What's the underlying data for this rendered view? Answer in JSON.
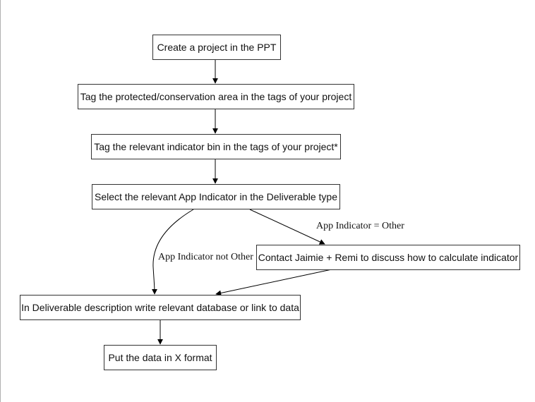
{
  "colors": {
    "node_border": "#333333",
    "edge": "#000000",
    "background": "#ffffff"
  },
  "flowchart": {
    "nodes": {
      "create_project": "Create a project in the PPT",
      "tag_area": "Tag the protected/conservation area in the tags of your project",
      "tag_bin": "Tag the relevant indicator bin in the tags of your project*",
      "select_indicator": "Select the relevant App Indicator in the Deliverable type",
      "contact": "Contact Jaimie + Remi to discuss how to calculate indicator",
      "description": "In Deliverable description write relevant database or link to data",
      "put_data": "Put the data in X format"
    },
    "edge_labels": {
      "indicator_other": "App Indicator = Other",
      "indicator_not_other": "App Indicator not Other"
    }
  }
}
